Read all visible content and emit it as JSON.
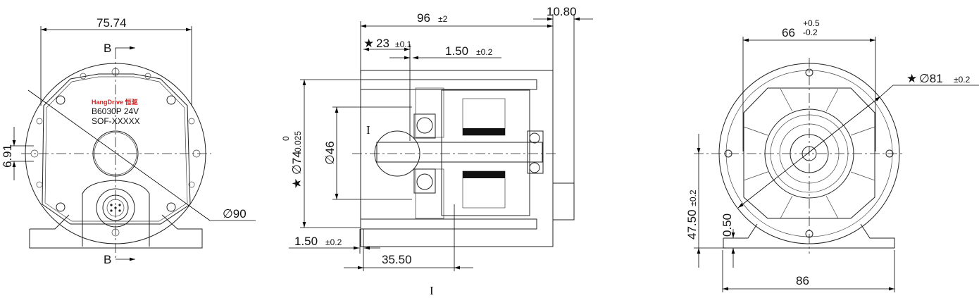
{
  "front_view": {
    "width_dim": "75.74",
    "section_label_top": "B",
    "section_label_bottom": "B",
    "slot_dim": "6.91",
    "diameter_dim": "∅90",
    "brand_logo": "HangDrive 恒驱",
    "model_line": "B6030P 24V",
    "serial_line": "SOF-XXXXX",
    "brand_color": "#d42020"
  },
  "section_view": {
    "length_dim": "96",
    "length_tol": "±2",
    "rear_dim": "10.80",
    "flange_dim": "23",
    "flange_tol": "±0.1",
    "gap_dim": "1.50",
    "gap_tol": "±0.2",
    "pilot_dia": "∅74",
    "pilot_tol_upper": "0",
    "pilot_tol_lower": "-0.025",
    "bore_dia": "∅46",
    "bottom_gap_dim": "1.50",
    "bottom_gap_tol": "±0.2",
    "offset_dim": "35.50",
    "detail_label": "I",
    "detail_label_bottom": "I",
    "critical_mark": "★"
  },
  "rear_view": {
    "width_dim": "66",
    "width_tol_upper": "+0.5",
    "width_tol_lower": "-0.2",
    "pcd_dim": "∅81",
    "pcd_tol": "±0.2",
    "critical_mark": "★",
    "height_dim": "47.50",
    "height_tol": "±0.2",
    "foot_dim": "0.50",
    "base_dim": "86"
  }
}
